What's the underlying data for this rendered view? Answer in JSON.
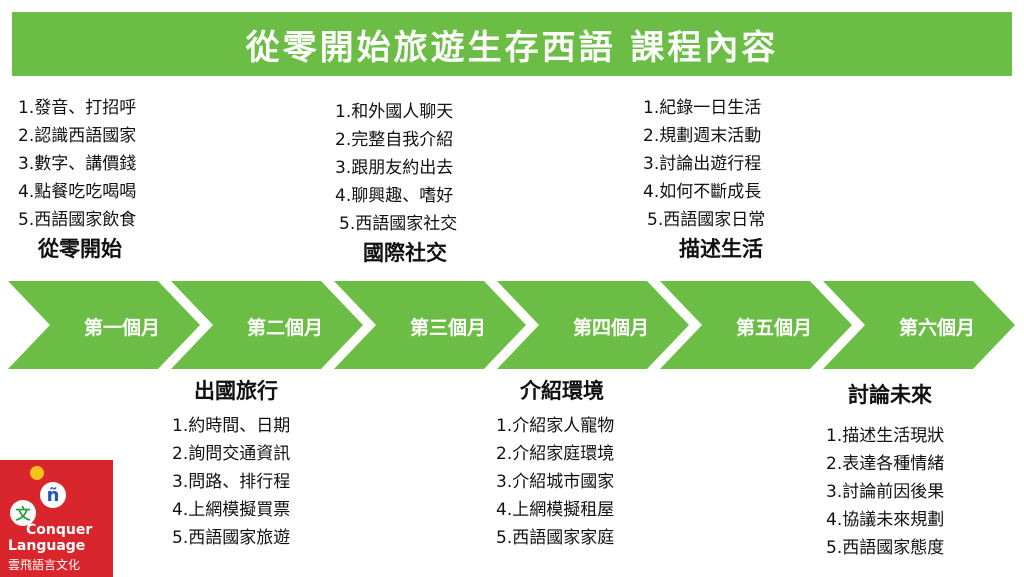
{
  "title": "從零開始旅遊生存西語 課程內容",
  "months": [
    "第一個月",
    "第二個月",
    "第三個月",
    "第四個月",
    "第五個月",
    "第六個月"
  ],
  "top_topics": [
    {
      "heading": "從零開始",
      "items": [
        "1.發音、打招呼",
        "2.認識西語國家",
        "3.數字、講價錢",
        "4.點餐吃吃喝喝",
        "5.西語國家飲食"
      ]
    },
    {
      "heading": "國際社交",
      "items": [
        "1.和外國人聊天",
        "2.完整自我介紹",
        "3.跟朋友約出去",
        "4.聊興趣、嗜好",
        "5.西語國家社交"
      ]
    },
    {
      "heading": "描述生活",
      "items": [
        "1.紀錄一日生活",
        "2.規劃週末活動",
        "3.討論出遊行程",
        "4.如何不斷成長",
        "5.西語國家日常"
      ]
    }
  ],
  "bottom_topics": [
    {
      "heading": "出國旅行",
      "items": [
        "1.約時間、日期",
        "2.詢問交通資訊",
        "3.問路、排行程",
        "4.上網模擬買票",
        "5.西語國家旅遊"
      ]
    },
    {
      "heading": "介紹環境",
      "items": [
        "1.介紹家人寵物",
        "2.介紹家庭環境",
        "3.介紹城市國家",
        "4.上網模擬租屋",
        "5.西語國家家庭"
      ]
    },
    {
      "heading": "討論未來",
      "items": [
        "1.描述生活現狀",
        "2.表達各種情緒",
        "3.討論前因後果",
        "4.協議未來規劃",
        "5.西語國家態度"
      ]
    }
  ],
  "logo": {
    "glyph_wen": "文",
    "glyph_n": "ñ",
    "line1": "Conquer",
    "line2": "Language",
    "line3": "雲飛語言文化"
  },
  "colors": {
    "green": "#6cbd45",
    "logo_red": "#d9262c"
  }
}
